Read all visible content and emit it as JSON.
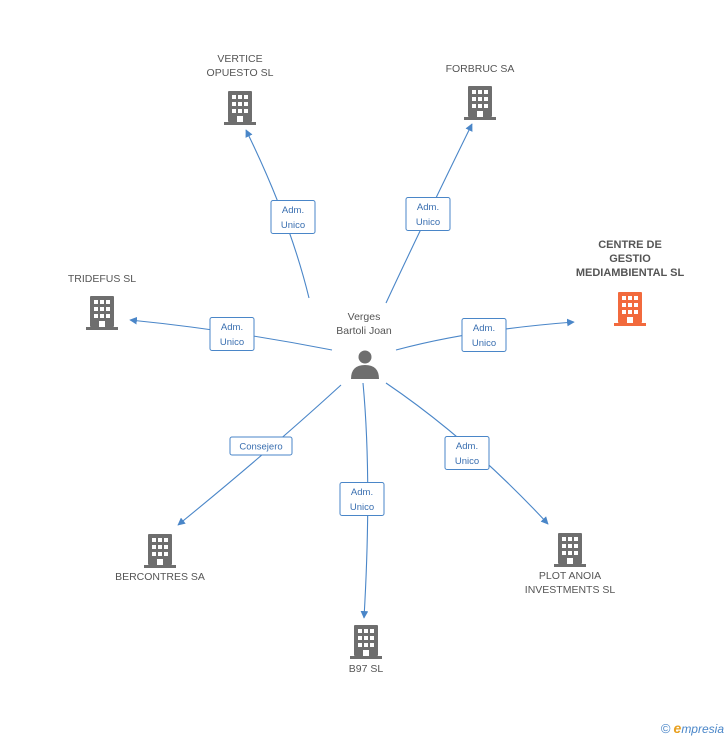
{
  "center": {
    "name_lines": [
      "Verges",
      "Bartoli Joan"
    ],
    "icon": "person-icon"
  },
  "colors": {
    "edge": "#4a86c8",
    "building": "#6e6e6e",
    "focus_building": "#f26a3d"
  },
  "nodes": [
    {
      "id": "vertice",
      "lines": [
        "VERTICE",
        "OPUESTO SL"
      ],
      "role_lines": [
        "Adm.",
        "Unico"
      ],
      "focus": false
    },
    {
      "id": "forbruc",
      "lines": [
        "FORBRUC SA"
      ],
      "role_lines": [
        "Adm.",
        "Unico"
      ],
      "focus": false
    },
    {
      "id": "tridefus",
      "lines": [
        "TRIDEFUS SL"
      ],
      "role_lines": [
        "Adm.",
        "Unico"
      ],
      "focus": false
    },
    {
      "id": "centre",
      "lines": [
        "CENTRE DE",
        "GESTIO",
        "MEDIAMBIENTAL SL"
      ],
      "role_lines": [
        "Adm.",
        "Unico"
      ],
      "focus": true
    },
    {
      "id": "bercontres",
      "lines": [
        "BERCONTRES SA"
      ],
      "role_lines": [
        "Consejero"
      ],
      "focus": false
    },
    {
      "id": "b97",
      "lines": [
        "B97 SL"
      ],
      "role_lines": [
        "Adm.",
        "Unico"
      ],
      "focus": false
    },
    {
      "id": "plot",
      "lines": [
        "PLOT ANOIA",
        "INVESTMENTS SL"
      ],
      "role_lines": [
        "Adm.",
        "Unico"
      ],
      "focus": false
    }
  ],
  "footer": {
    "copyright": "©",
    "brand_initial": "e",
    "brand_rest": "mpresia"
  }
}
